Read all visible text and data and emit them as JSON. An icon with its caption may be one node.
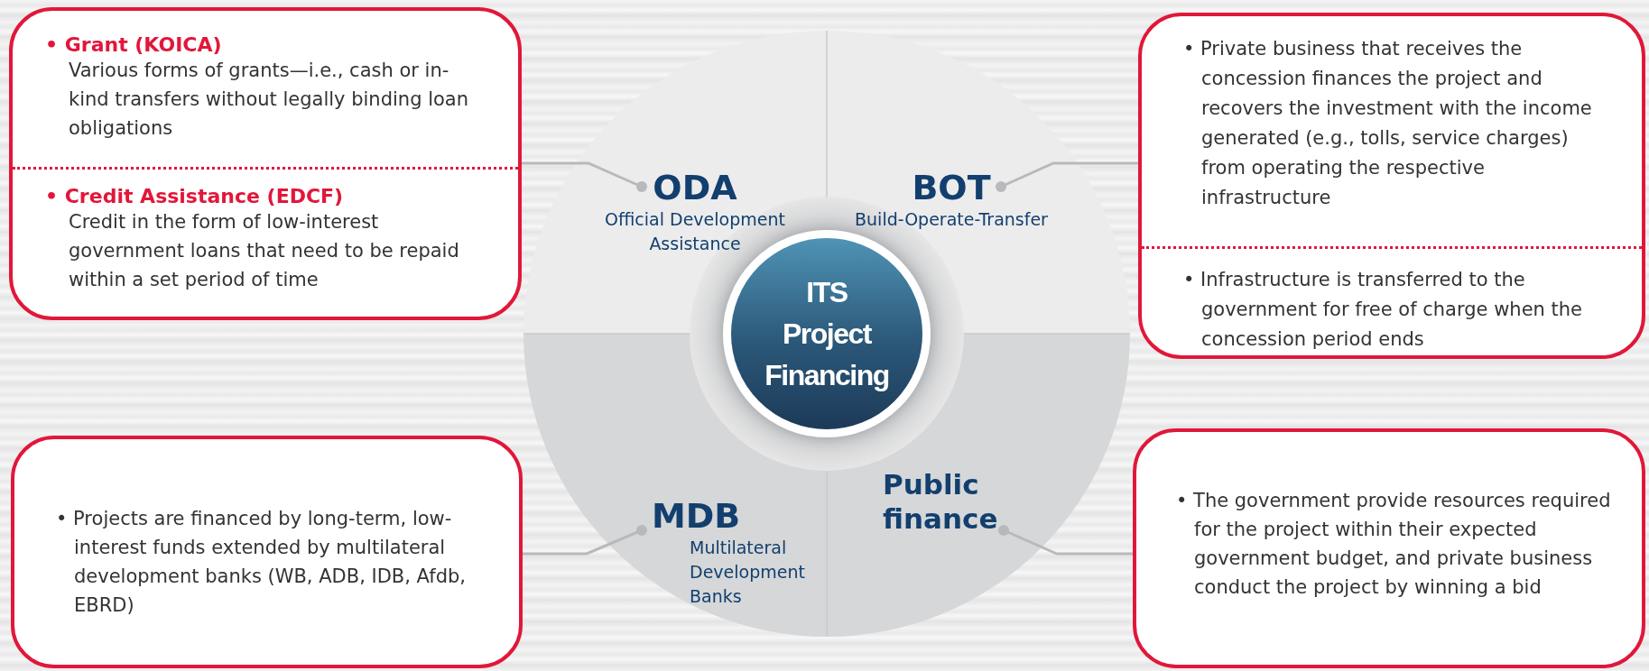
{
  "diagram": {
    "nodes": [
      {
        "text": [
          "• Grant (KOICA)",
          "Various forms of grants—i.e., cash or in-kind transfers without legally binding loan obligations",
          "• Credit Assistance (EDCF)",
          "Credit in the form of low-interest government loans that need to be repaid within a set period of time"
        ]
      },
      {
        "text": [
          "ODA",
          "Official Development Assistance"
        ]
      },
      {
        "text": [
          "BOT",
          "Build-Operate-Transfer"
        ]
      },
      {
        "text": [
          "• Private business that receives the concession finances the project and recovers the investment with the income generated (e.g., tolls, service charges) from operating the respective infrastructure",
          "• Infrastructure is transferred to the government for free of charge when the concession period ends"
        ]
      },
      {
        "text": [
          "ITS Project Financing"
        ]
      },
      {
        "text": [
          "• Projects are financed by long-term, low-interest funds extended by multilateral development banks (WB, ADB, IDB, Afdb, EBRD)"
        ]
      },
      {
        "text": [
          "MDB",
          "Multilateral Development Banks"
        ]
      },
      {
        "text": [
          "Public finance"
        ]
      },
      {
        "text": [
          "• The government provide resources required for the project within their expected government budget, and private business conduct the project by winning a bid"
        ]
      }
    ],
    "edges": [
      {
        "from": 1,
        "to": 0,
        "arrow": "other"
      },
      {
        "from": 2,
        "to": 3,
        "arrow": "other"
      },
      {
        "from": 6,
        "to": 5,
        "arrow": "other"
      },
      {
        "from": 7,
        "to": 8,
        "arrow": "other"
      }
    ]
  }
}
